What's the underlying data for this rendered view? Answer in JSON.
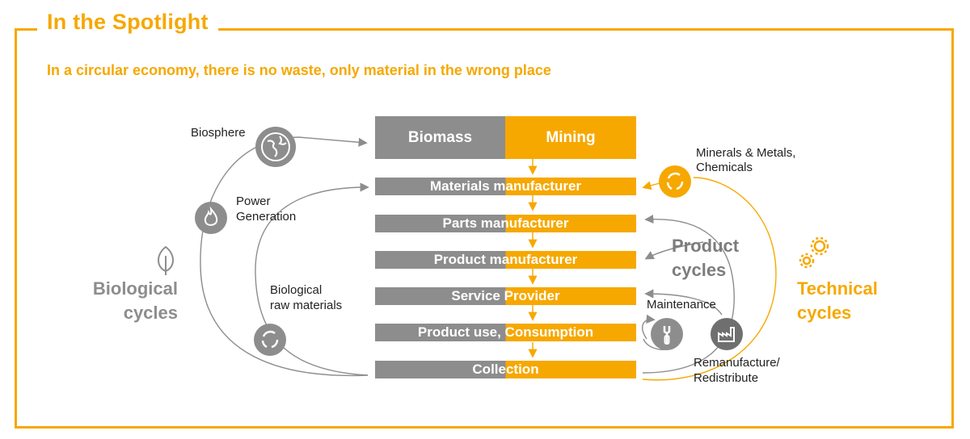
{
  "header": {
    "title": "In the Spotlight",
    "subtitle": "In a circular economy, there is no waste, only material in the wrong place"
  },
  "sources": {
    "biomass": "Biomass",
    "mining": "Mining"
  },
  "stages": [
    "Materials manufacturer",
    "Parts manufacturer",
    "Product manufacturer",
    "Service Provider",
    "Product use, Consumption",
    "Collection"
  ],
  "left": {
    "biosphere": "Biosphere",
    "power_line1": "Power",
    "power_line2": "Generation",
    "bio_raw_line1": "Biological",
    "bio_raw_line2": "raw materials",
    "cycles_line1": "Biological",
    "cycles_line2": "cycles"
  },
  "right": {
    "minerals_line1": "Minerals & Metals,",
    "minerals_line2": "Chemicals",
    "product_cycles_line1": "Product",
    "product_cycles_line2": "cycles",
    "maintenance": "Maintenance",
    "reman_line1": "Remanufacture/",
    "reman_line2": "Redistribute",
    "technical_line1": "Technical",
    "technical_line2": "cycles"
  },
  "colors": {
    "accent": "#f6a800",
    "gray": "#8d8d8d"
  },
  "icons": [
    "globe-icon",
    "flame-icon",
    "recycle-icon",
    "leaf-icon",
    "gears-icon",
    "wrench-icon",
    "factory-icon"
  ]
}
